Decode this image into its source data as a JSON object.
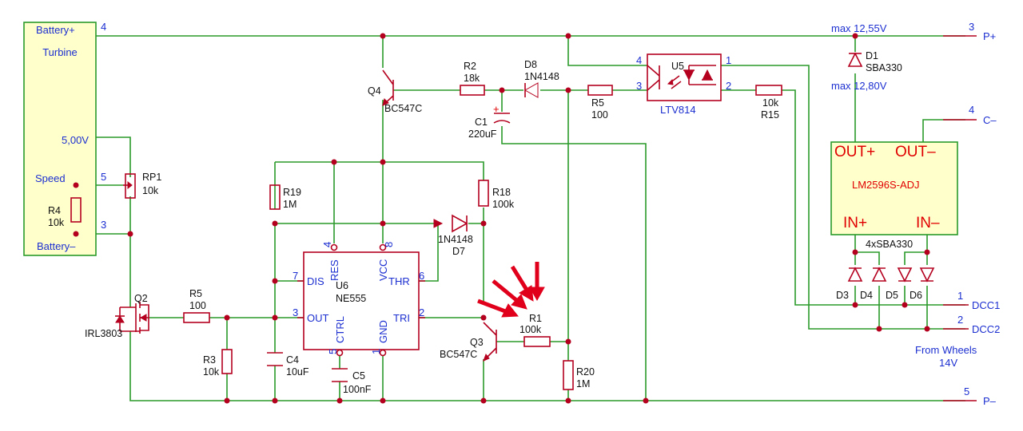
{
  "turbine": {
    "title": "Turbine",
    "pins": {
      "battery_plus": "Battery+",
      "speed": "Speed",
      "battery_minus": "Battery–"
    },
    "pin_numbers": {
      "battery_plus": "4",
      "speed": "5",
      "battery_minus": "3"
    }
  },
  "rails": {
    "v5": "5,00V",
    "max_out": "max 12,55V",
    "max_in": "max 12,80V",
    "from_wheels_1": "From Wheels",
    "from_wheels_2": "14V"
  },
  "connectors": {
    "p_plus": {
      "label": "P+",
      "num": "3"
    },
    "c_minus": {
      "label": "C–",
      "num": "4"
    },
    "dcc1": {
      "label": "DCC1",
      "num": "1"
    },
    "dcc2": {
      "label": "DCC2",
      "num": "2"
    },
    "p_minus": {
      "label": "P–",
      "num": "5"
    }
  },
  "components": {
    "rp1": {
      "ref": "RP1",
      "value": "10k"
    },
    "r4": {
      "ref": "R4",
      "value": "10k"
    },
    "q2": {
      "ref": "Q2",
      "value": "IRL3803"
    },
    "r5a": {
      "ref": "R5",
      "value": "100"
    },
    "r3": {
      "ref": "R3",
      "value": "10k"
    },
    "c4": {
      "ref": "C4",
      "value": "10uF"
    },
    "r19": {
      "ref": "R19",
      "value": "1M"
    },
    "u6": {
      "ref": "U6",
      "value": "NE555",
      "pins": {
        "res": "RES",
        "vcc": "VCC",
        "dis": "DIS",
        "thr": "THR",
        "out": "OUT",
        "tri": "TRI",
        "ctrl": "CTRL",
        "gnd": "GND"
      },
      "pin_numbers": {
        "res": "4",
        "vcc": "8",
        "dis": "7",
        "thr": "6",
        "out": "3",
        "tri": "2",
        "ctrl": "5",
        "gnd": "1"
      }
    },
    "c5": {
      "ref": "C5",
      "value": "100nF"
    },
    "q4": {
      "ref": "Q4",
      "value": "BC547C"
    },
    "r2": {
      "ref": "R2",
      "value": "18k"
    },
    "c1": {
      "ref": "C1",
      "value": "220uF",
      "polarity": "+"
    },
    "d8": {
      "ref": "D8",
      "value": "1N4148"
    },
    "r18": {
      "ref": "R18",
      "value": "100k"
    },
    "d7": {
      "ref": "D7",
      "value": "1N4148"
    },
    "q3": {
      "ref": "Q3",
      "value": "BC547C"
    },
    "r1": {
      "ref": "R1",
      "value": "100k"
    },
    "r20": {
      "ref": "R20",
      "value": "1M"
    },
    "r5b": {
      "ref": "R5",
      "value": "100"
    },
    "u5": {
      "ref": "U5",
      "value": "LTV814",
      "pins": [
        "4",
        "3",
        "1",
        "2"
      ]
    },
    "r15": {
      "ref": "R15",
      "value": "10k"
    },
    "d1": {
      "ref": "D1",
      "value": "SBA330"
    },
    "lm": {
      "name": "LM2596S-ADJ",
      "out_plus": "OUT+",
      "out_minus": "OUT–",
      "in_plus": "IN+",
      "in_minus": "IN–"
    },
    "bridge": {
      "value": "4xSBA330",
      "d3": "D3",
      "d4": "D4",
      "d5": "D5",
      "d6": "D6"
    }
  },
  "colors": {
    "wire": "#2a9a2a",
    "component": "#b4001e",
    "net_label": "#1c2fd0",
    "highlight": "#e00000",
    "module_fill": "#ffffcc"
  },
  "annotation": {
    "arrows_point_to": "R1"
  }
}
